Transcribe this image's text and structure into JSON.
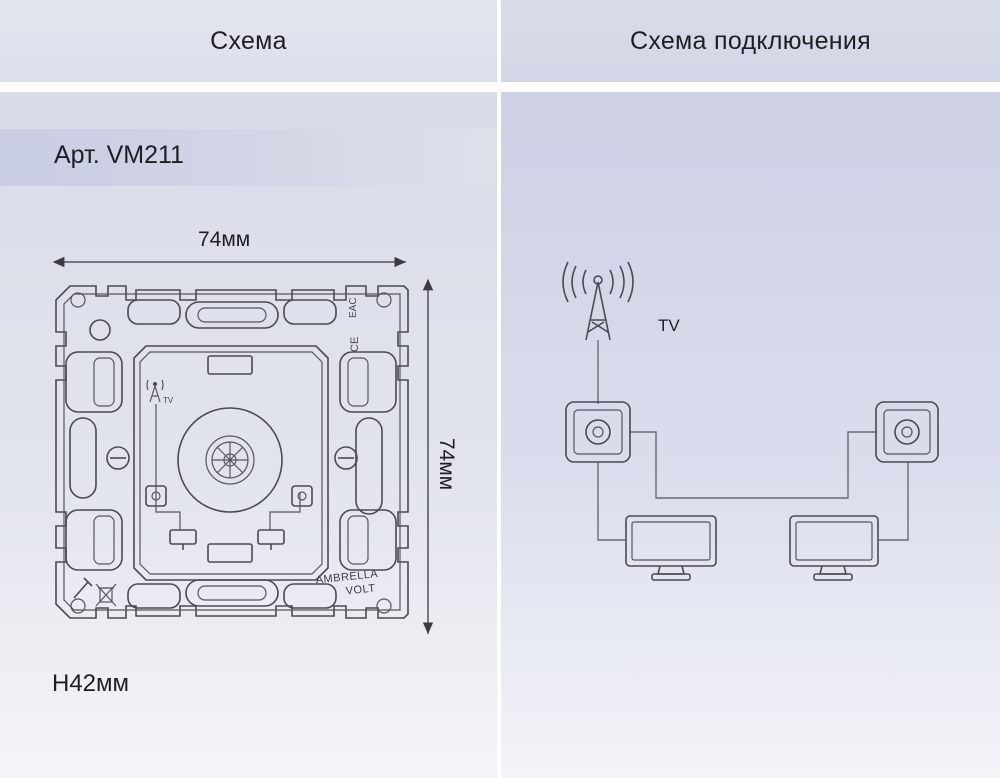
{
  "header": {
    "left_tab": "Схема",
    "right_tab": "Схема подключения"
  },
  "product": {
    "article": "Арт. VM211",
    "width": "74мм",
    "height": "74мм",
    "depth": "H42мм",
    "brand_line1": "AMBRELLA",
    "brand_line2": "VOLT",
    "socket_tv_mark": "TV",
    "cert_mark": "EAC",
    "ce_mark": "CE"
  },
  "wiring": {
    "tv_label": "TV"
  },
  "colors": {
    "line": "#4a4a52",
    "panel_left": "#dfe1eb",
    "panel_right": "#d4d7e7",
    "band": "#cdd0e3"
  },
  "icons": [
    "antenna-icon",
    "tv-socket-icon",
    "monitor-icon",
    "tool-icon",
    "recycle-bin-crossed-icon"
  ]
}
